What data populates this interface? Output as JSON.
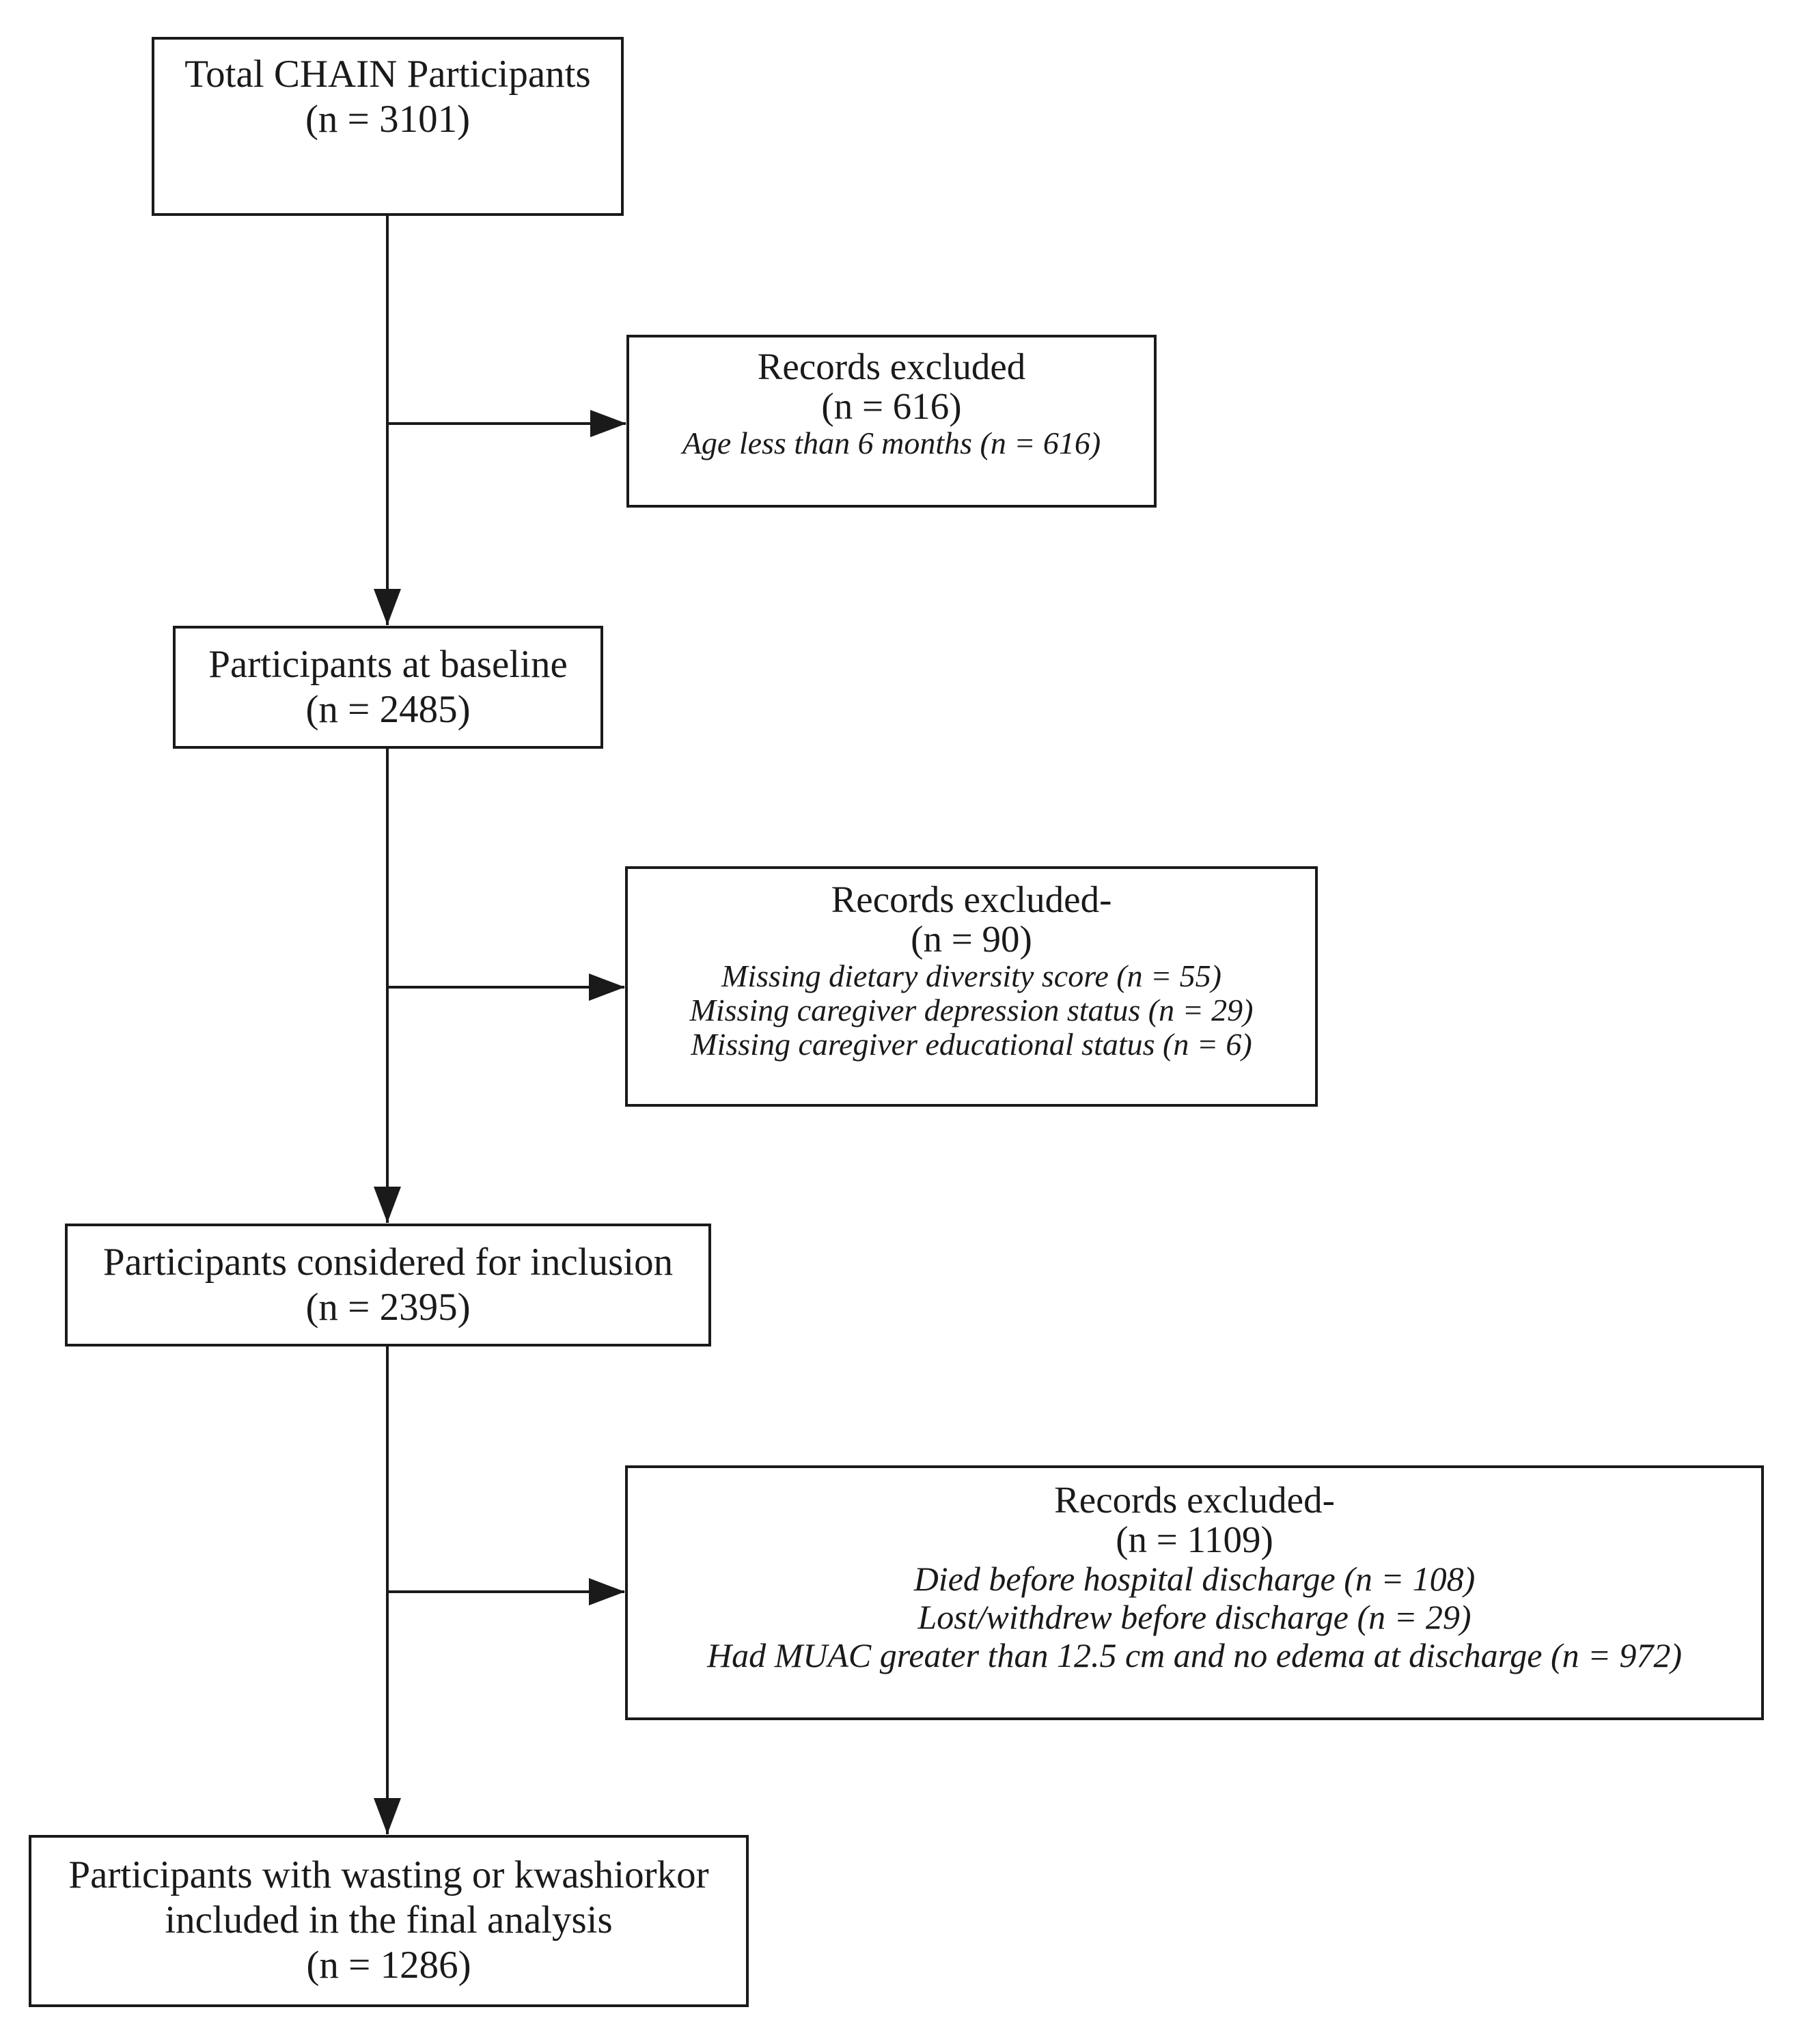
{
  "nodes": {
    "total": {
      "title": "Total CHAIN Participants",
      "count": "(n = 3101)"
    },
    "excluded1": {
      "title": "Records excluded",
      "count": "(n = 616)",
      "reasons": [
        "Age less than 6 months (n = 616)"
      ]
    },
    "baseline": {
      "title": "Participants at baseline",
      "count": "(n = 2485)"
    },
    "excluded2": {
      "title": "Records excluded-",
      "count": "(n = 90)",
      "reasons": [
        "Missing dietary diversity score (n = 55)",
        "Missing caregiver depression status (n = 29)",
        "Missing caregiver educational status (n = 6)"
      ]
    },
    "considered": {
      "title": "Participants considered for inclusion",
      "count": "(n = 2395)"
    },
    "excluded3": {
      "title": "Records excluded-",
      "count": "(n = 1109)",
      "reasons": [
        "Died before hospital discharge (n = 108)",
        "Lost/withdrew before discharge (n = 29)",
        "Had MUAC greater than 12.5 cm and no edema at discharge (n = 972)"
      ]
    },
    "final": {
      "title_line1": "Participants with wasting or kwashiorkor",
      "title_line2": "included in the final analysis",
      "count": "(n = 1286)"
    }
  },
  "colors": {
    "stroke": "#1a1a1a",
    "background": "#ffffff"
  }
}
